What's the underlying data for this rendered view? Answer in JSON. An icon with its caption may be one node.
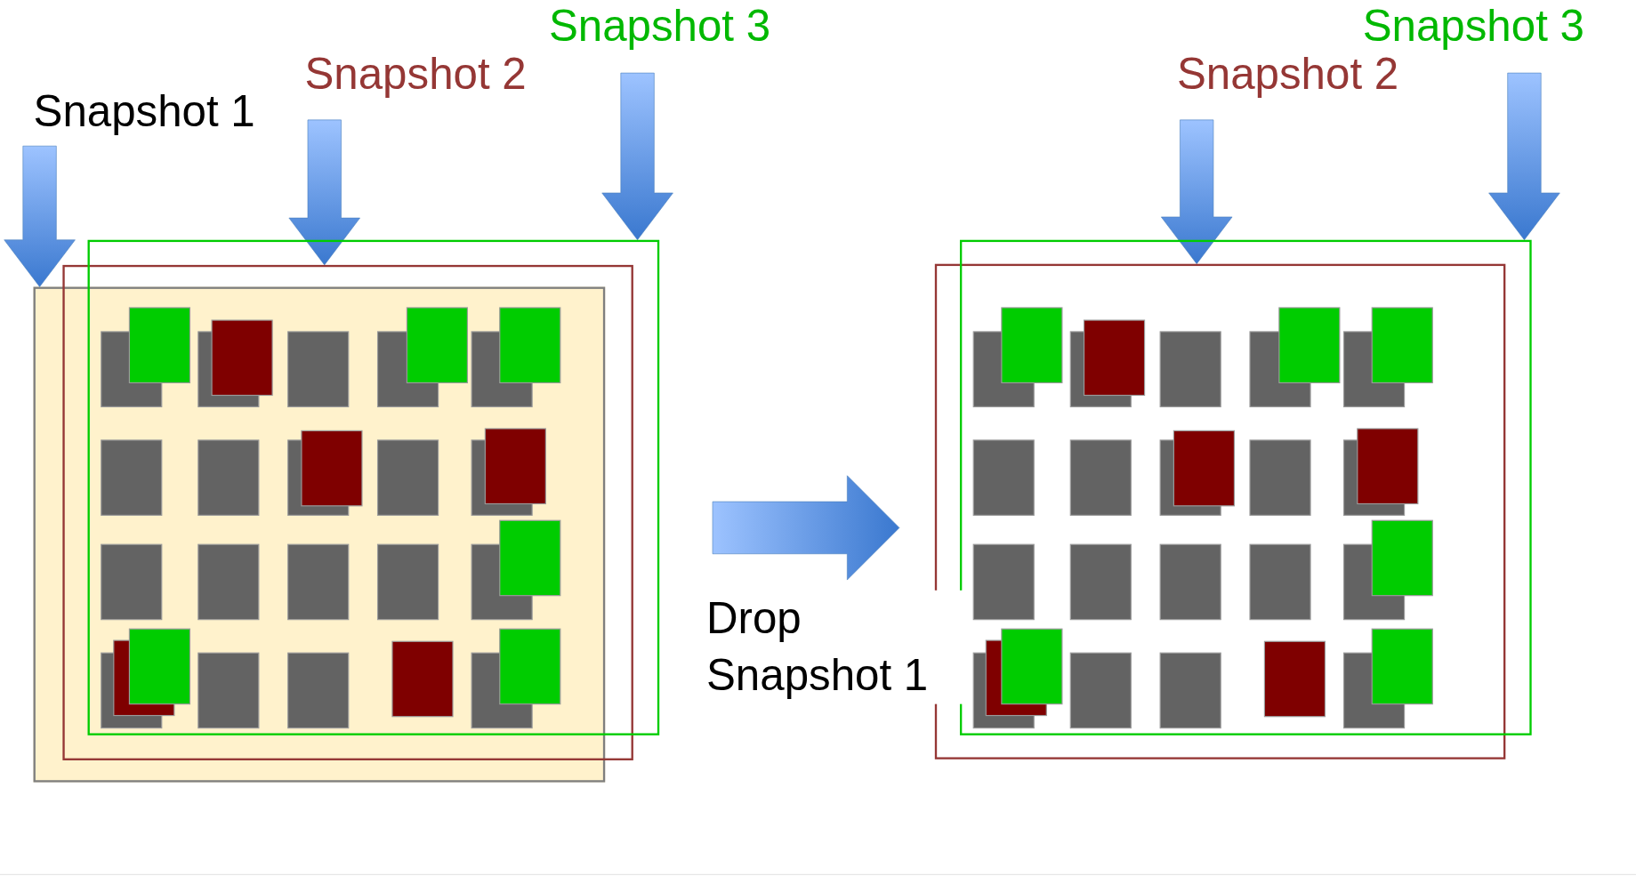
{
  "diagram": {
    "nodes": [
      {
        "text": [
          "Snapshot 1"
        ]
      },
      {
        "text": [
          "Snapshot 2"
        ]
      },
      {
        "text": [
          "Snapshot 3"
        ]
      },
      {
        "text": [],
        "shape": "box"
      },
      {
        "text": [],
        "shape": "box"
      },
      {
        "text": [],
        "shape": "box"
      },
      {
        "text": [
          "Snapshot 2"
        ]
      },
      {
        "text": [
          "Snapshot 3"
        ]
      },
      {
        "text": [],
        "shape": "box"
      },
      {
        "text": [],
        "shape": "box"
      }
    ],
    "edges": [
      {
        "from": 0,
        "to": 3,
        "arrow": "to"
      },
      {
        "from": 1,
        "to": 4,
        "arrow": "to"
      },
      {
        "from": 2,
        "to": 5,
        "arrow": "to"
      },
      {
        "from": 6,
        "to": 8,
        "arrow": "to"
      },
      {
        "from": 7,
        "to": 9,
        "arrow": "to"
      },
      {
        "from": 4,
        "to": 8,
        "arrow": "to",
        "label": "Drop Snapshot 1"
      }
    ]
  }
}
